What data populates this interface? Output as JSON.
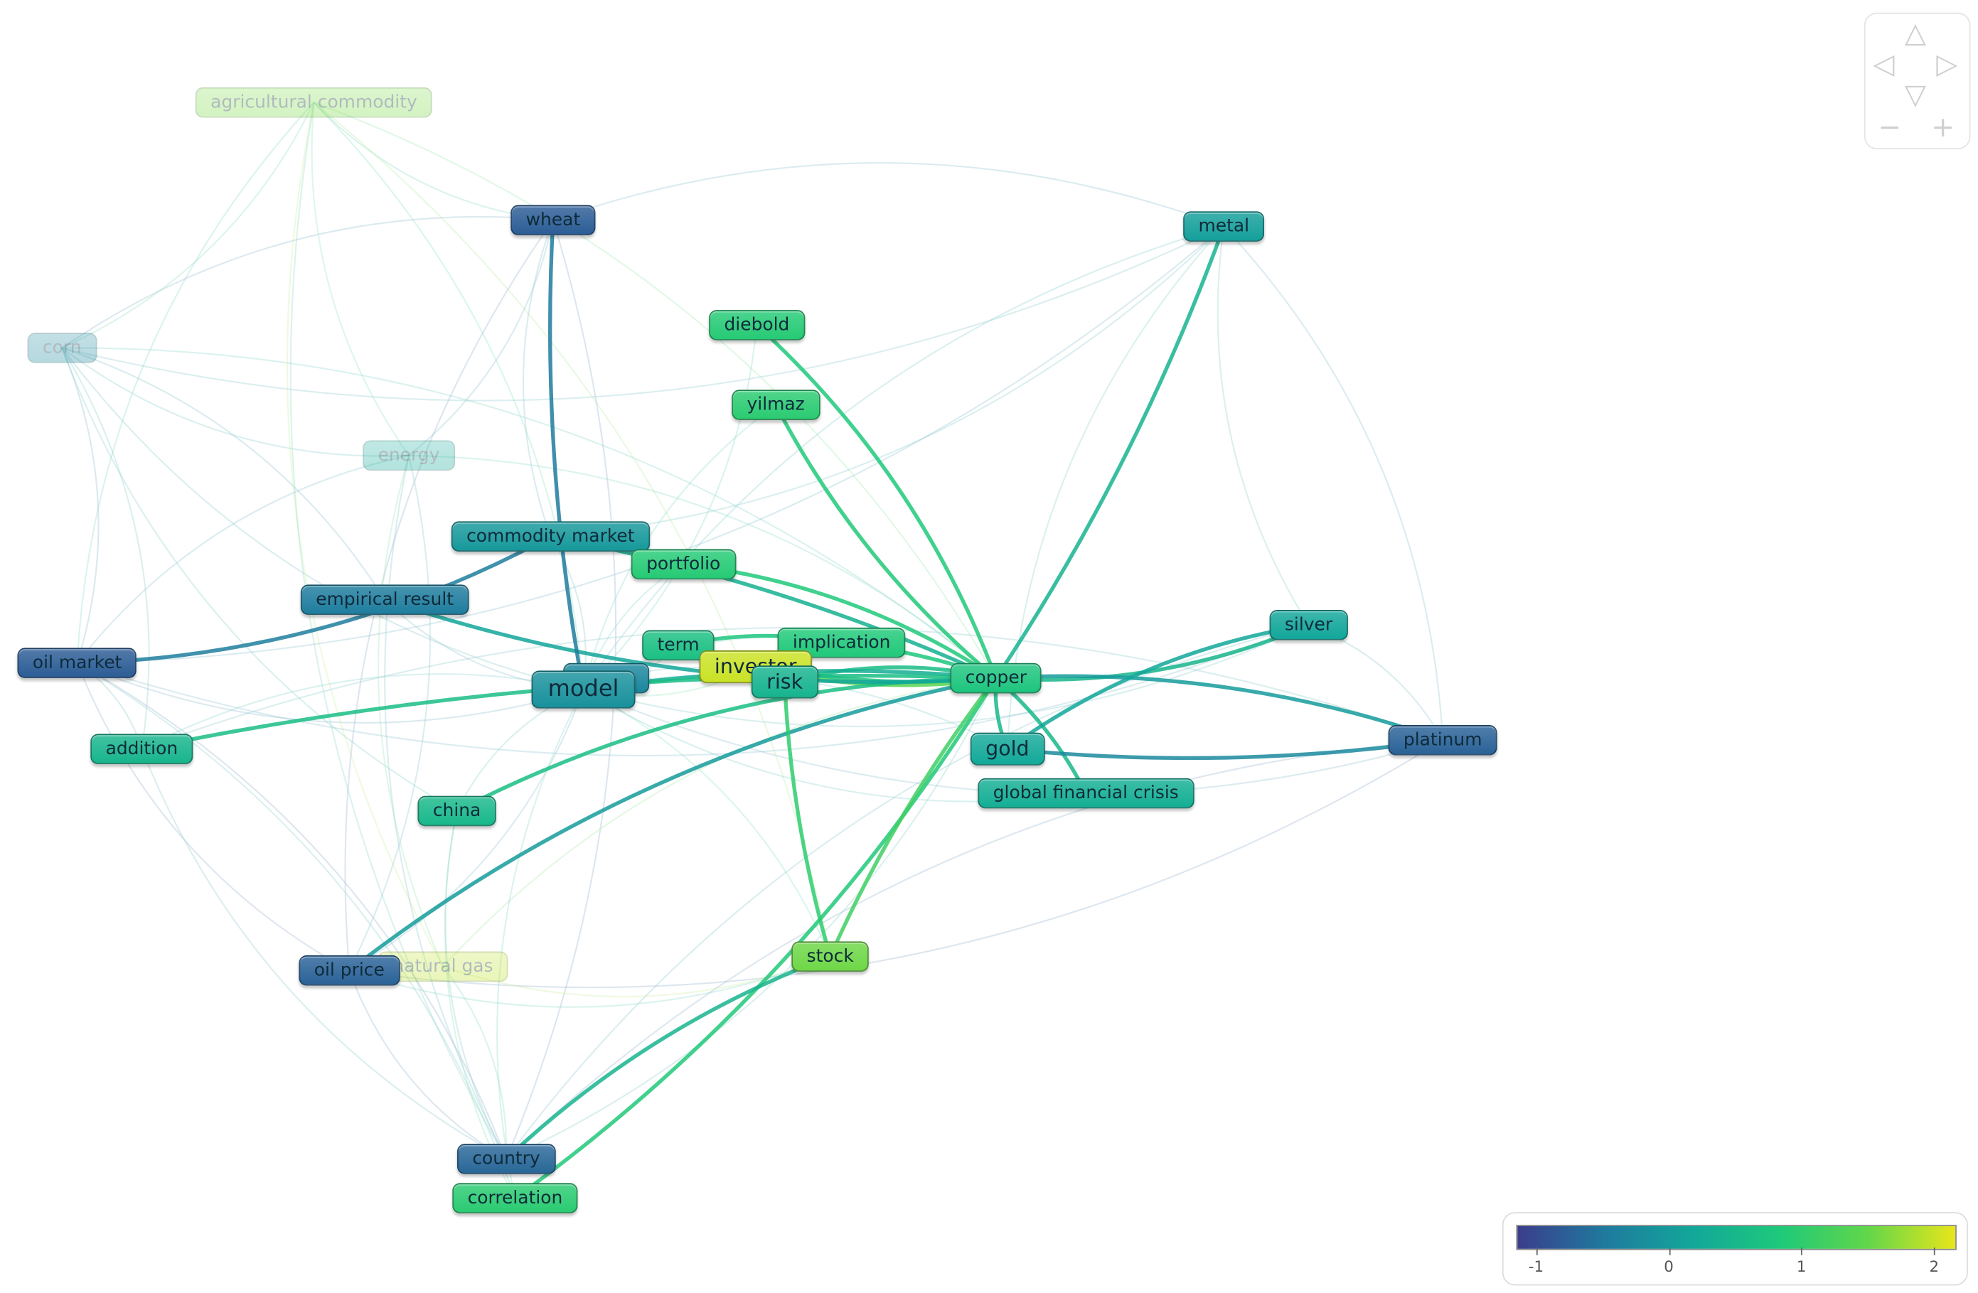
{
  "nodes": [
    {
      "id": "agricultural-commodity",
      "label": "agricultural commodity",
      "score": 1.6,
      "faded": true
    },
    {
      "id": "wheat",
      "label": "wheat",
      "score": -0.8
    },
    {
      "id": "metal",
      "label": "metal",
      "score": 0.05
    },
    {
      "id": "corn",
      "label": "corn",
      "score": -0.3,
      "faded": true
    },
    {
      "id": "diebold",
      "label": "diebold",
      "score": 0.9
    },
    {
      "id": "yilmaz",
      "label": "yilmaz",
      "score": 0.95
    },
    {
      "id": "energy",
      "label": "energy",
      "score": 0.2,
      "faded": true
    },
    {
      "id": "commodity-market",
      "label": "commodity market",
      "score": -0.05
    },
    {
      "id": "portfolio",
      "label": "portfolio",
      "score": 0.9
    },
    {
      "id": "empirical-result",
      "label": "empirical result",
      "score": -0.45
    },
    {
      "id": "oil-market",
      "label": "oil market",
      "score": -0.8
    },
    {
      "id": "term",
      "label": "term",
      "score": 0.65
    },
    {
      "id": "implication",
      "label": "implication",
      "score": 0.85
    },
    {
      "id": "hidden-node",
      "label": "",
      "score": -0.3
    },
    {
      "id": "investor",
      "label": "investor",
      "score": 2.0
    },
    {
      "id": "model",
      "label": "model",
      "score": -0.15
    },
    {
      "id": "risk",
      "label": "risk",
      "score": 0.4
    },
    {
      "id": "copper",
      "label": "copper",
      "score": 0.75
    },
    {
      "id": "silver",
      "label": "silver",
      "score": 0.15
    },
    {
      "id": "addition",
      "label": "addition",
      "score": 0.45
    },
    {
      "id": "gold",
      "label": "gold",
      "score": 0.2
    },
    {
      "id": "platinum",
      "label": "platinum",
      "score": -0.75
    },
    {
      "id": "global-financial-crisis",
      "label": "global financial crisis",
      "score": 0.3
    },
    {
      "id": "china",
      "label": "china",
      "score": 0.5
    },
    {
      "id": "natural-gas",
      "label": "natural gas",
      "score": 1.95,
      "faded": true
    },
    {
      "id": "oil-price",
      "label": "oil price",
      "score": -0.75
    },
    {
      "id": "stock",
      "label": "stock",
      "score": 1.55
    },
    {
      "id": "country",
      "label": "country",
      "score": -0.7
    },
    {
      "id": "correlation",
      "label": "correlation",
      "score": 0.95
    }
  ],
  "links": [
    [
      "copper",
      "diebold"
    ],
    [
      "copper",
      "yilmaz"
    ],
    [
      "copper",
      "metal"
    ],
    [
      "copper",
      "silver"
    ],
    [
      "copper",
      "platinum"
    ],
    [
      "copper",
      "commodity-market"
    ],
    [
      "copper",
      "portfolio"
    ],
    [
      "copper",
      "term"
    ],
    [
      "copper",
      "implication"
    ],
    [
      "copper",
      "risk"
    ],
    [
      "copper",
      "investor"
    ],
    [
      "copper",
      "model"
    ],
    [
      "copper",
      "gold"
    ],
    [
      "copper",
      "global-financial-crisis"
    ],
    [
      "copper",
      "addition"
    ],
    [
      "copper",
      "china"
    ],
    [
      "copper",
      "correlation"
    ],
    [
      "copper",
      "stock"
    ],
    [
      "copper",
      "oil-price"
    ],
    [
      "copper",
      "empirical-result"
    ],
    [
      "wheat",
      "model"
    ],
    [
      "oil-market",
      "commodity-market"
    ],
    [
      "country",
      "stock"
    ],
    [
      "gold",
      "platinum"
    ],
    [
      "silver",
      "gold"
    ],
    [
      "term",
      "implication"
    ],
    [
      "risk",
      "stock"
    ]
  ],
  "faint_links": [
    [
      "corn",
      "wheat"
    ],
    [
      "corn",
      "energy"
    ],
    [
      "corn",
      "oil-market"
    ],
    [
      "corn",
      "model"
    ],
    [
      "corn",
      "copper"
    ],
    [
      "corn",
      "metal"
    ],
    [
      "corn",
      "addition"
    ],
    [
      "corn",
      "china"
    ],
    [
      "corn",
      "empirical-result"
    ],
    [
      "agricultural-commodity",
      "wheat"
    ],
    [
      "agricultural-commodity",
      "corn"
    ],
    [
      "agricultural-commodity",
      "energy"
    ],
    [
      "agricultural-commodity",
      "copper"
    ],
    [
      "agricultural-commodity",
      "natural-gas"
    ],
    [
      "agricultural-commodity",
      "stock"
    ],
    [
      "agricultural-commodity",
      "oil-market"
    ],
    [
      "agricultural-commodity",
      "model"
    ],
    [
      "agricultural-commodity",
      "country"
    ],
    [
      "wheat",
      "metal"
    ],
    [
      "wheat",
      "oil-price"
    ],
    [
      "wheat",
      "country"
    ],
    [
      "wheat",
      "commodity-market"
    ],
    [
      "wheat",
      "energy"
    ],
    [
      "metal",
      "silver"
    ],
    [
      "metal",
      "platinum"
    ],
    [
      "metal",
      "gold"
    ],
    [
      "metal",
      "commodity-market"
    ],
    [
      "metal",
      "model"
    ],
    [
      "metal",
      "oil-market"
    ],
    [
      "platinum",
      "silver"
    ],
    [
      "platinum",
      "model"
    ],
    [
      "platinum",
      "country"
    ],
    [
      "platinum",
      "oil-price"
    ],
    [
      "platinum",
      "addition"
    ],
    [
      "silver",
      "model"
    ],
    [
      "silver",
      "country"
    ],
    [
      "silver",
      "oil-market"
    ],
    [
      "energy",
      "natural-gas"
    ],
    [
      "energy",
      "oil-price"
    ],
    [
      "energy",
      "oil-market"
    ],
    [
      "energy",
      "copper"
    ],
    [
      "energy",
      "country"
    ],
    [
      "natural-gas",
      "country"
    ],
    [
      "natural-gas",
      "stock"
    ],
    [
      "natural-gas",
      "copper"
    ],
    [
      "oil-price",
      "country"
    ],
    [
      "oil-price",
      "oil-market"
    ],
    [
      "oil-price",
      "model"
    ],
    [
      "oil-market",
      "addition"
    ],
    [
      "oil-market",
      "model"
    ],
    [
      "oil-market",
      "country"
    ],
    [
      "addition",
      "country"
    ],
    [
      "addition",
      "model"
    ],
    [
      "china",
      "country"
    ],
    [
      "china",
      "model"
    ],
    [
      "stock",
      "model"
    ],
    [
      "correlation",
      "model"
    ],
    [
      "correlation",
      "oil-market"
    ],
    [
      "correlation",
      "china"
    ],
    [
      "empirical-result",
      "model"
    ],
    [
      "commodity-market",
      "model"
    ],
    [
      "portfolio",
      "model"
    ],
    [
      "diebold",
      "model"
    ],
    [
      "yilmaz",
      "model"
    ],
    [
      "stock",
      "oil-price"
    ],
    [
      "gold",
      "model"
    ],
    [
      "global-financial-crisis",
      "model"
    ],
    [
      "risk",
      "model"
    ],
    [
      "investor",
      "model"
    ],
    [
      "implication",
      "model"
    ],
    [
      "term",
      "model"
    ],
    [
      "country",
      "copper"
    ]
  ],
  "legend": {
    "ticks": [
      "-1",
      "0",
      "1",
      "2"
    ],
    "min": -1.15,
    "max": 2.15,
    "stops": [
      "#3b3d8c",
      "#1f7a9e",
      "#12a79a",
      "#1ec97a",
      "#62d64a",
      "#e8e61a"
    ]
  },
  "navigation": {
    "up": "▽",
    "left": "◁",
    "right": "▷",
    "down": "▽",
    "zoom_out": "−",
    "zoom_in": "+"
  }
}
